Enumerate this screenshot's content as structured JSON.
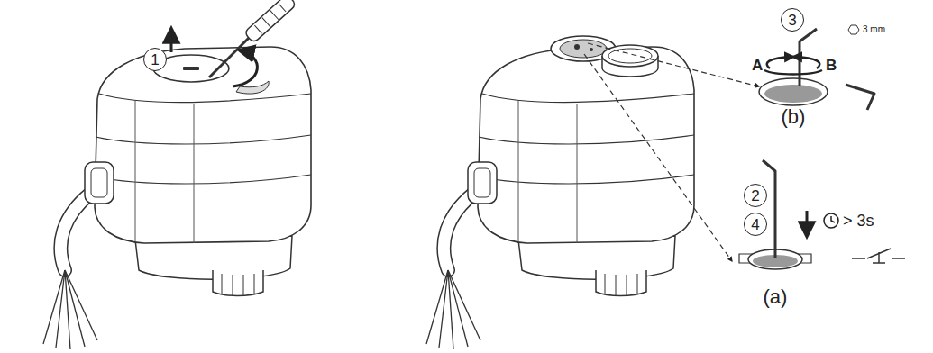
{
  "diagram": {
    "nodes": [
      {
        "text": [
          "1"
        ]
      },
      {
        "text": [
          "3"
        ]
      },
      {
        "text": [
          "2"
        ]
      },
      {
        "text": [
          "4"
        ]
      }
    ],
    "labels": [
      "3 mm",
      "A",
      "B",
      "(b)",
      "> 3s",
      "(a)"
    ]
  }
}
